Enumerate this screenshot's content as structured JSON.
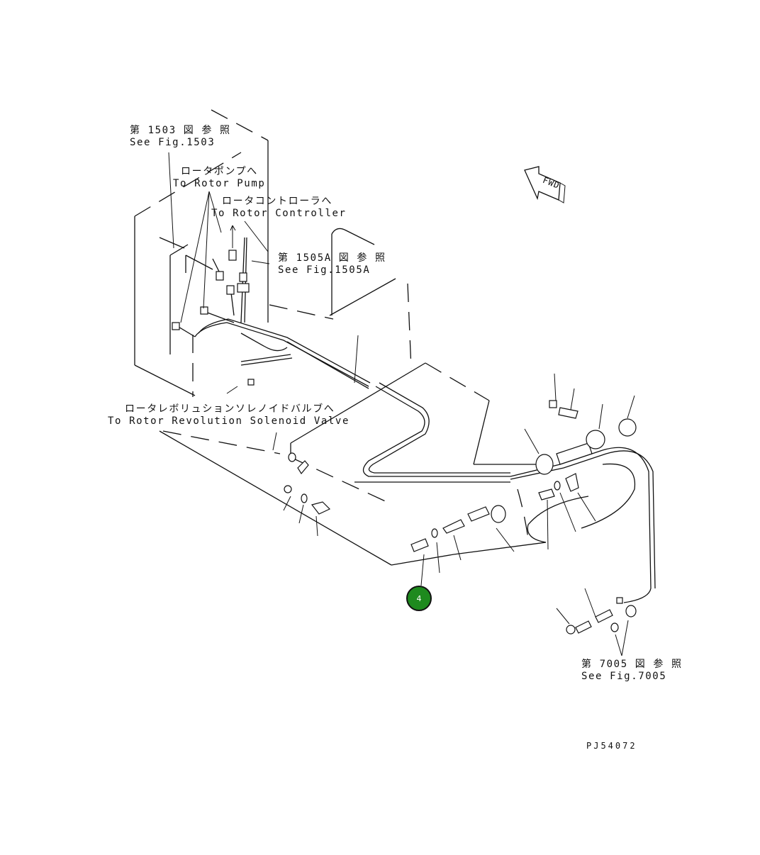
{
  "labels": {
    "fig1503_jp": "第 1503 図 参 照",
    "fig1503_en": "See Fig.1503",
    "rotor_pump_jp": "ロータポンプへ",
    "rotor_pump_en": "To Rotor Pump",
    "rotor_controller_jp": "ロータコントローラへ",
    "rotor_controller_en": "To Rotor Controller",
    "fig1505a_jp": "第 1505A 図 参 照",
    "fig1505a_en": "See Fig.1505A",
    "solenoid_jp": "ロータレボリュションソレノイドバルブへ",
    "solenoid_en": "To Rotor Revolution Solenoid Valve",
    "fig7005_jp": "第 7005 図 参 照",
    "fig7005_en": "See Fig.7005",
    "fwd": "FWD",
    "drawing_no": "PJ54072"
  },
  "callouts": [
    {
      "id": "4",
      "label": "4"
    }
  ],
  "colors": {
    "callout_fill": "#1e8a1e",
    "line": "#111111",
    "background": "#ffffff"
  }
}
